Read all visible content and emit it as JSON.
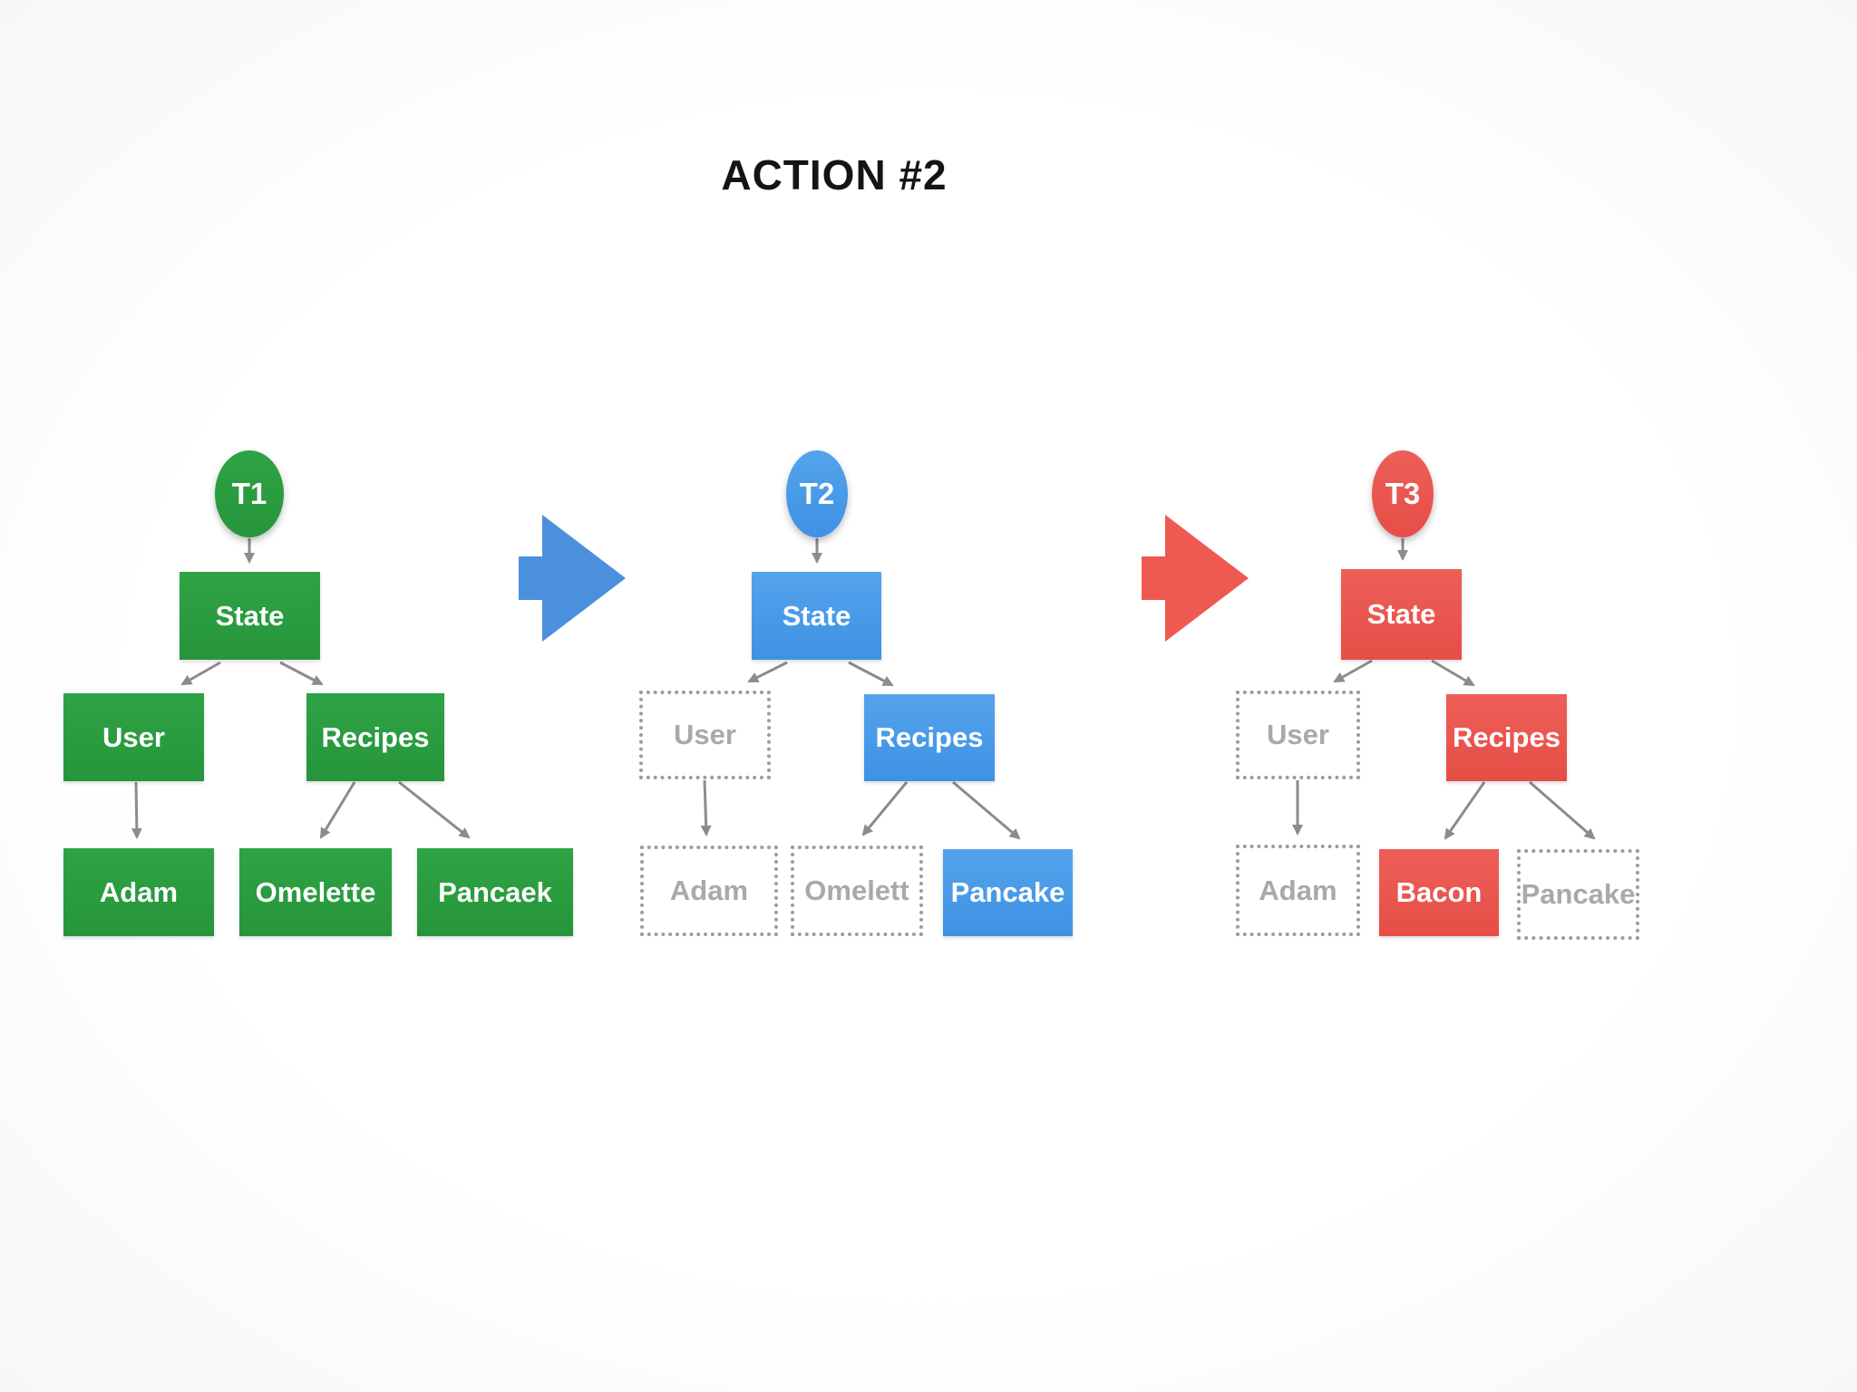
{
  "title": "ACTION #2",
  "colors": {
    "green": "#2a9a3f",
    "blue": "#4597e3",
    "red": "#e9564f",
    "arrow_blue": "#4a90dc",
    "arrow_red": "#ee5a52",
    "connector_gray": "#8c8c8c",
    "muted_gray": "#a9a9a9",
    "title_black": "#141414"
  },
  "trees": [
    {
      "token": "T1",
      "state": "State",
      "user": "User",
      "recipes": "Recipes",
      "user_child": "Adam",
      "recipes_child1": "Omelette",
      "recipes_child2": "Pancaek"
    },
    {
      "token": "T2",
      "state": "State",
      "user": "User",
      "recipes": "Recipes",
      "user_child": "Adam",
      "recipes_child1": "Omelett",
      "recipes_child2": "Pancake"
    },
    {
      "token": "T3",
      "state": "State",
      "user": "User",
      "recipes": "Recipes",
      "user_child": "Adam",
      "recipes_child1": "Bacon",
      "recipes_child2": "Pancake"
    }
  ]
}
